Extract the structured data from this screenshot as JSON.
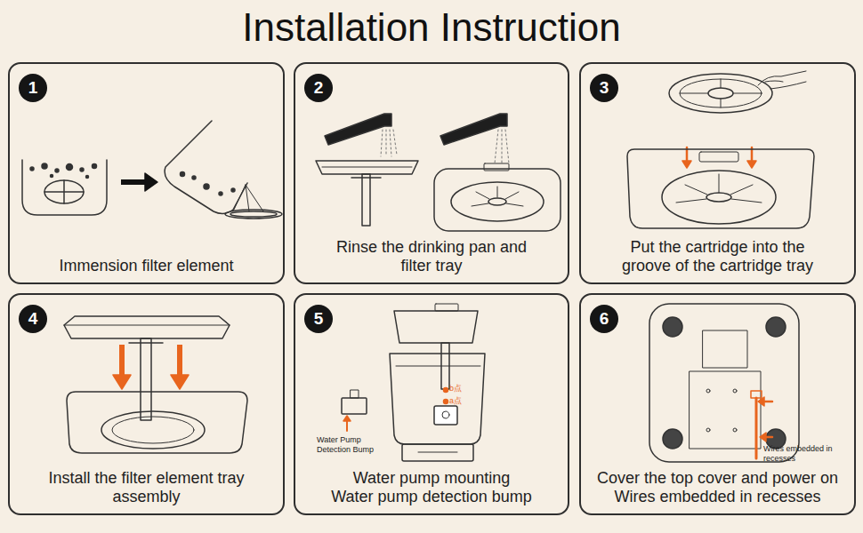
{
  "diagram": {
    "title": "Installation Instruction",
    "nodes": [
      {
        "text": [
          "Immension filter element"
        ]
      },
      {
        "text": [
          "1"
        ],
        "in": 0
      },
      {
        "text": [
          "Rinse the drinking pan and filter tray"
        ]
      },
      {
        "text": [
          "2"
        ],
        "in": 2
      },
      {
        "text": [
          "Put the cartridge into the groove of the cartridge tray"
        ]
      },
      {
        "text": [
          "3"
        ],
        "in": 4
      },
      {
        "text": [
          "Install the filter element tray assembly"
        ]
      },
      {
        "text": [
          "4"
        ],
        "in": 6
      },
      {
        "text": [
          "Water pump mounting",
          "Water pump detection bump"
        ]
      },
      {
        "text": [
          "5"
        ],
        "in": 8
      },
      {
        "text": [
          "Cover the top cover and power on",
          "Wires embedded in recesses"
        ]
      },
      {
        "text": [
          "6"
        ],
        "in": 10
      }
    ],
    "labels": [
      "b点",
      "a点",
      "Water Pump Detection Bump",
      "Wires embedded in recesses"
    ]
  }
}
